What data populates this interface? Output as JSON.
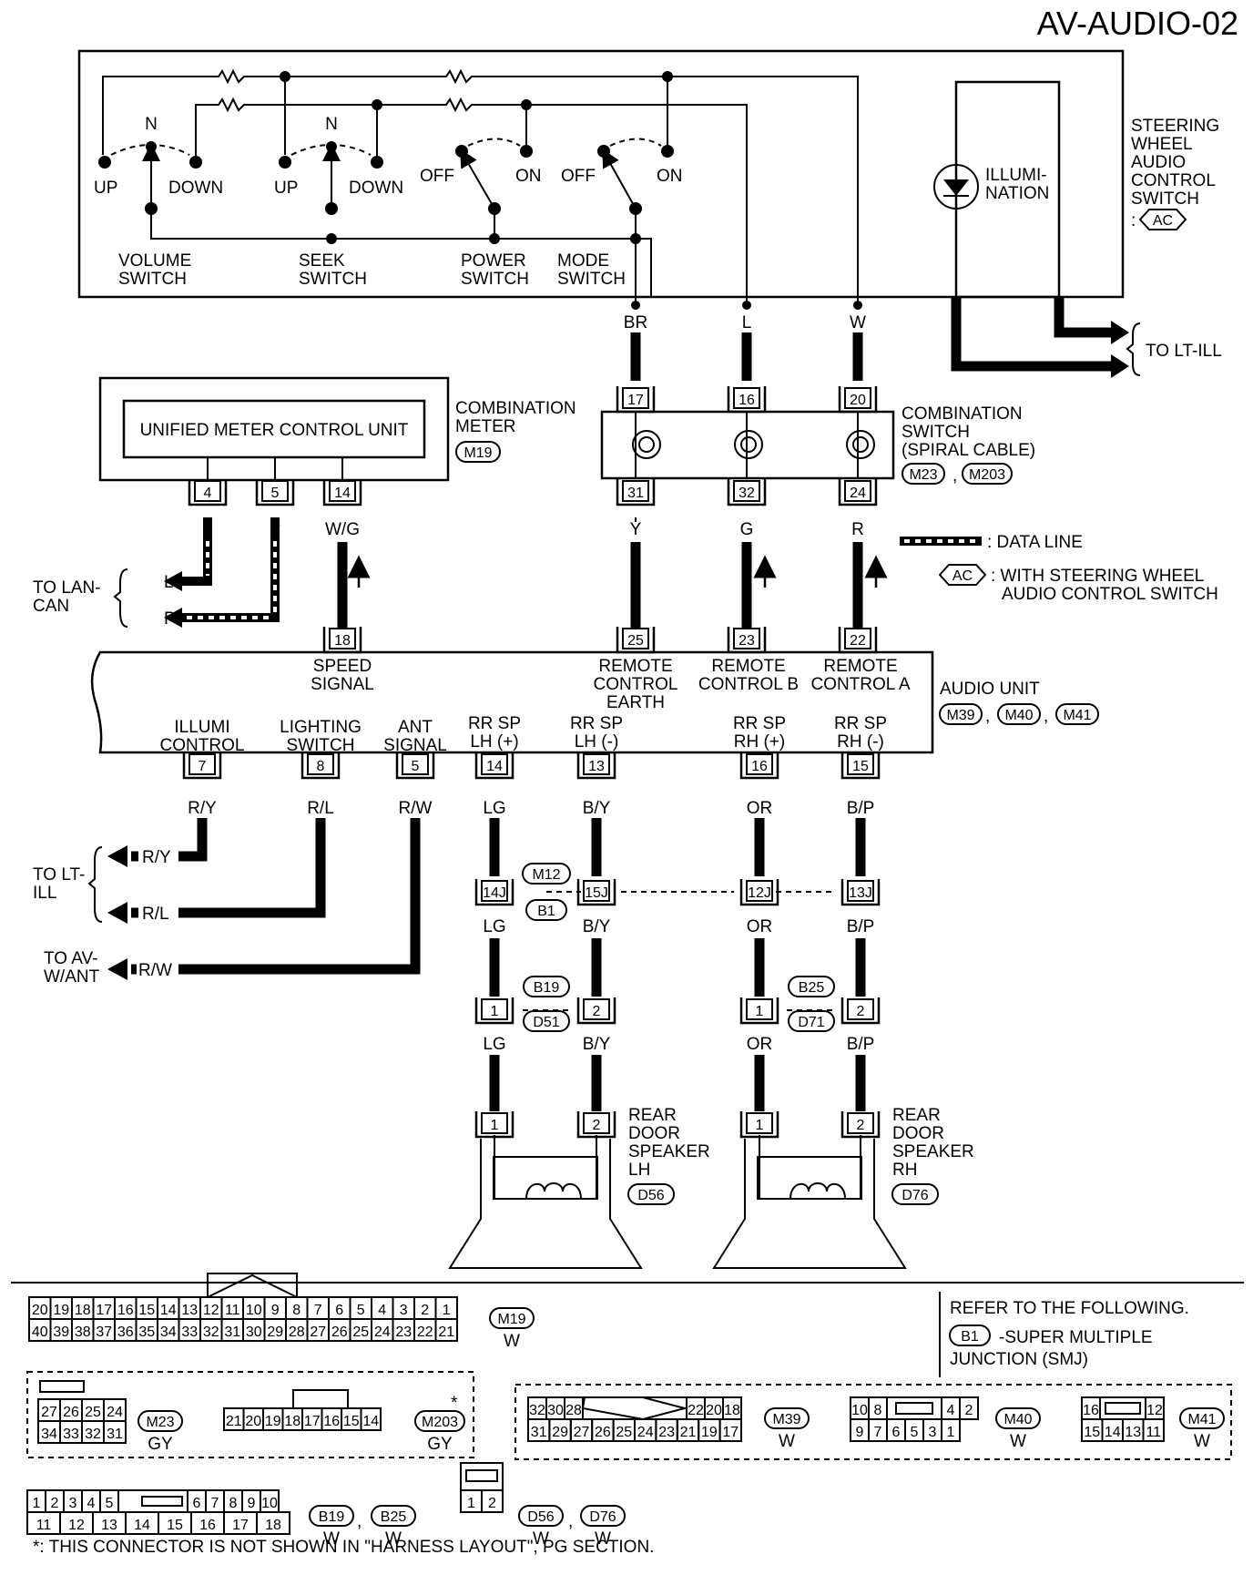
{
  "page_title": "AV-AUDIO-02",
  "steering_switch": {
    "label": [
      "STEERING",
      "WHEEL",
      "AUDIO",
      "CONTROL",
      "SWITCH"
    ],
    "code": "AC",
    "illumination": [
      "ILLUMI-",
      "NATION"
    ],
    "volume": {
      "name": [
        "VOLUME",
        "SWITCH"
      ],
      "n": "N",
      "up": "UP",
      "down": "DOWN"
    },
    "seek": {
      "name": [
        "SEEK",
        "SWITCH"
      ],
      "n": "N",
      "up": "UP",
      "down": "DOWN"
    },
    "power": {
      "name": [
        "POWER",
        "SWITCH"
      ],
      "off": "OFF",
      "on": "ON"
    },
    "mode": {
      "name": [
        "MODE",
        "SWITCH"
      ],
      "off": "OFF",
      "on": "ON"
    },
    "wires": [
      "BR",
      "L",
      "W"
    ],
    "to_lt_ill": "TO LT-ILL"
  },
  "combination_meter": {
    "unit": "UNIFIED METER CONTROL UNIT",
    "label": [
      "COMBINATION",
      "METER"
    ],
    "code": "M19",
    "pins": [
      "4",
      "5",
      "14"
    ],
    "wires": [
      "L",
      "P",
      "W/G"
    ],
    "to_lan": [
      "TO LAN-",
      "CAN"
    ],
    "lan_l": "L",
    "lan_p": "P"
  },
  "combination_switch": {
    "label": [
      "COMBINATION",
      "SWITCH",
      "(SPIRAL CABLE)"
    ],
    "codes": [
      "M23",
      "M203"
    ],
    "sep": ",",
    "top_pins": [
      "17",
      "16",
      "20"
    ],
    "bottom_pins": [
      "31",
      "32",
      "24"
    ],
    "wires": [
      "Y",
      "G",
      "R"
    ]
  },
  "legend": {
    "data_line": ": DATA LINE",
    "ac_code": "AC",
    "ac_text": [
      ": WITH STEERING WHEEL",
      "AUDIO CONTROL SWITCH"
    ]
  },
  "audio_unit": {
    "label": "AUDIO UNIT",
    "codes": [
      "M39",
      "M40",
      "M41"
    ],
    "sep": ",",
    "top_pins": [
      "18",
      "25",
      "23",
      "22"
    ],
    "speed": [
      "SPEED",
      "SIGNAL"
    ],
    "rce": [
      "REMOTE",
      "CONTROL",
      "EARTH"
    ],
    "rcb": [
      "REMOTE",
      "CONTROL B"
    ],
    "rca": [
      "REMOTE",
      "CONTROL A"
    ],
    "illumi": [
      "ILLUMI",
      "CONTROL"
    ],
    "lighting": [
      "LIGHTING",
      "SWITCH"
    ],
    "ant": [
      "ANT",
      "SIGNAL"
    ],
    "rrsp_lhp": [
      "RR SP",
      "LH (+)"
    ],
    "rrsp_lhm": [
      "RR SP",
      "LH (-)"
    ],
    "rrsp_rhp": [
      "RR SP",
      "RH (+)"
    ],
    "rrsp_rhm": [
      "RR SP",
      "RH (-)"
    ],
    "bottom_pins": [
      "7",
      "8",
      "5",
      "14",
      "13",
      "16",
      "15"
    ],
    "bottom_wires": [
      "R/Y",
      "R/L",
      "R/W",
      "LG",
      "B/Y",
      "OR",
      "B/P"
    ]
  },
  "outputs": {
    "to_lt_ill": [
      "TO LT-",
      "ILL"
    ],
    "ry": "R/Y",
    "rl": "R/L",
    "to_av": [
      "TO AV-",
      "W/ANT"
    ],
    "rw": "R/W"
  },
  "junctions": {
    "smj_codes": [
      "M12",
      "B1"
    ],
    "smj_pins": [
      "14J",
      "15J",
      "12J",
      "13J"
    ],
    "mid_wires": [
      "LG",
      "B/Y",
      "OR",
      "B/P"
    ],
    "lh_codes": [
      "B19",
      "D51"
    ],
    "rh_codes": [
      "B25",
      "D71"
    ],
    "door_pins": [
      "1",
      "2",
      "1",
      "2"
    ],
    "low_wires": [
      "LG",
      "B/Y",
      "OR",
      "B/P"
    ]
  },
  "speakers": {
    "lh": {
      "label": [
        "REAR",
        "DOOR",
        "SPEAKER",
        "LH"
      ],
      "code": "D56",
      "pins": [
        "1",
        "2"
      ]
    },
    "rh": {
      "label": [
        "REAR",
        "DOOR",
        "SPEAKER",
        "RH"
      ],
      "code": "D76",
      "pins": [
        "1",
        "2"
      ]
    }
  },
  "connectors": {
    "refer": [
      "REFER TO THE FOLLOWING.",
      "-SUPER MULTIPLE",
      "JUNCTION (SMJ)"
    ],
    "refer_code": "B1",
    "m19": {
      "code": "M19",
      "color": "W",
      "row1": [
        "20",
        "19",
        "18",
        "17",
        "16",
        "15",
        "14",
        "13",
        "12",
        "11",
        "10",
        "9",
        "8",
        "7",
        "6",
        "5",
        "4",
        "3",
        "2",
        "1"
      ],
      "row2": [
        "40",
        "39",
        "38",
        "37",
        "36",
        "35",
        "34",
        "33",
        "32",
        "31",
        "30",
        "29",
        "28",
        "27",
        "26",
        "25",
        "24",
        "23",
        "22",
        "21"
      ]
    },
    "m23": {
      "code": "M23",
      "color": "GY",
      "row1": [
        "27",
        "26",
        "25",
        "24"
      ],
      "row2": [
        "34",
        "33",
        "32",
        "31"
      ]
    },
    "m203": {
      "code": "M203",
      "color": "GY",
      "row1": [
        "21",
        "20",
        "19",
        "18",
        "17",
        "16",
        "15",
        "14"
      ],
      "star": "*"
    },
    "m39": {
      "code": "M39",
      "color": "W",
      "row1a": [
        "32",
        "30",
        "28"
      ],
      "row1b": [
        "22",
        "20",
        "18"
      ],
      "row2": [
        "31",
        "29",
        "27",
        "26",
        "25",
        "24",
        "23",
        "21",
        "19",
        "17"
      ]
    },
    "m40": {
      "code": "M40",
      "color": "W",
      "row1a": [
        "10",
        "8"
      ],
      "row1b": [
        "4",
        "2"
      ],
      "row2": [
        "9",
        "7",
        "6",
        "5",
        "3",
        "1"
      ]
    },
    "m41": {
      "code": "M41",
      "color": "W",
      "row1a": [
        "16"
      ],
      "row1b": [
        "12"
      ],
      "row2": [
        "15",
        "14",
        "13",
        "11"
      ]
    },
    "b19": {
      "codes": [
        "B19",
        "B25"
      ],
      "color": "W",
      "sep": ",",
      "row1a": [
        "1",
        "2",
        "3",
        "4",
        "5"
      ],
      "row1b": [
        "6",
        "7",
        "8",
        "9",
        "10"
      ],
      "row2": [
        "11",
        "12",
        "13",
        "14",
        "15",
        "16",
        "17",
        "18"
      ]
    },
    "d56": {
      "codes": [
        "D56",
        "D76"
      ],
      "color": "W",
      "sep": ",",
      "row": [
        "1",
        "2"
      ]
    }
  },
  "footnote": "*: THIS CONNECTOR IS NOT SHOWN IN \"HARNESS LAYOUT\", PG SECTION."
}
